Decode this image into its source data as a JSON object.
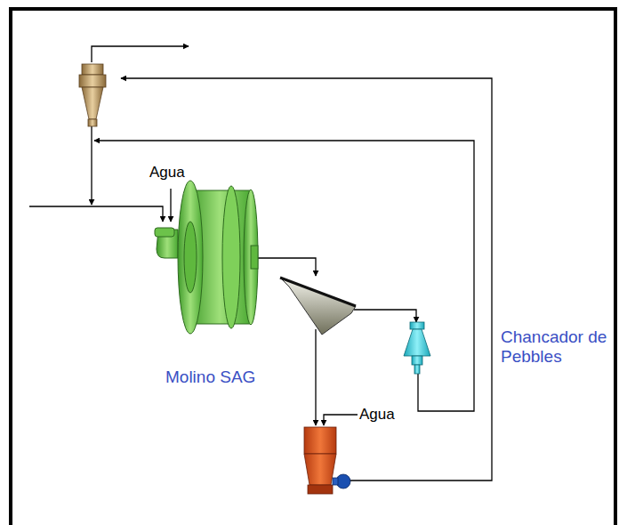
{
  "diagram": {
    "labels": [
      "Agua",
      "Molino SAG",
      "Agua",
      "Chancador de Pebbles"
    ]
  }
}
